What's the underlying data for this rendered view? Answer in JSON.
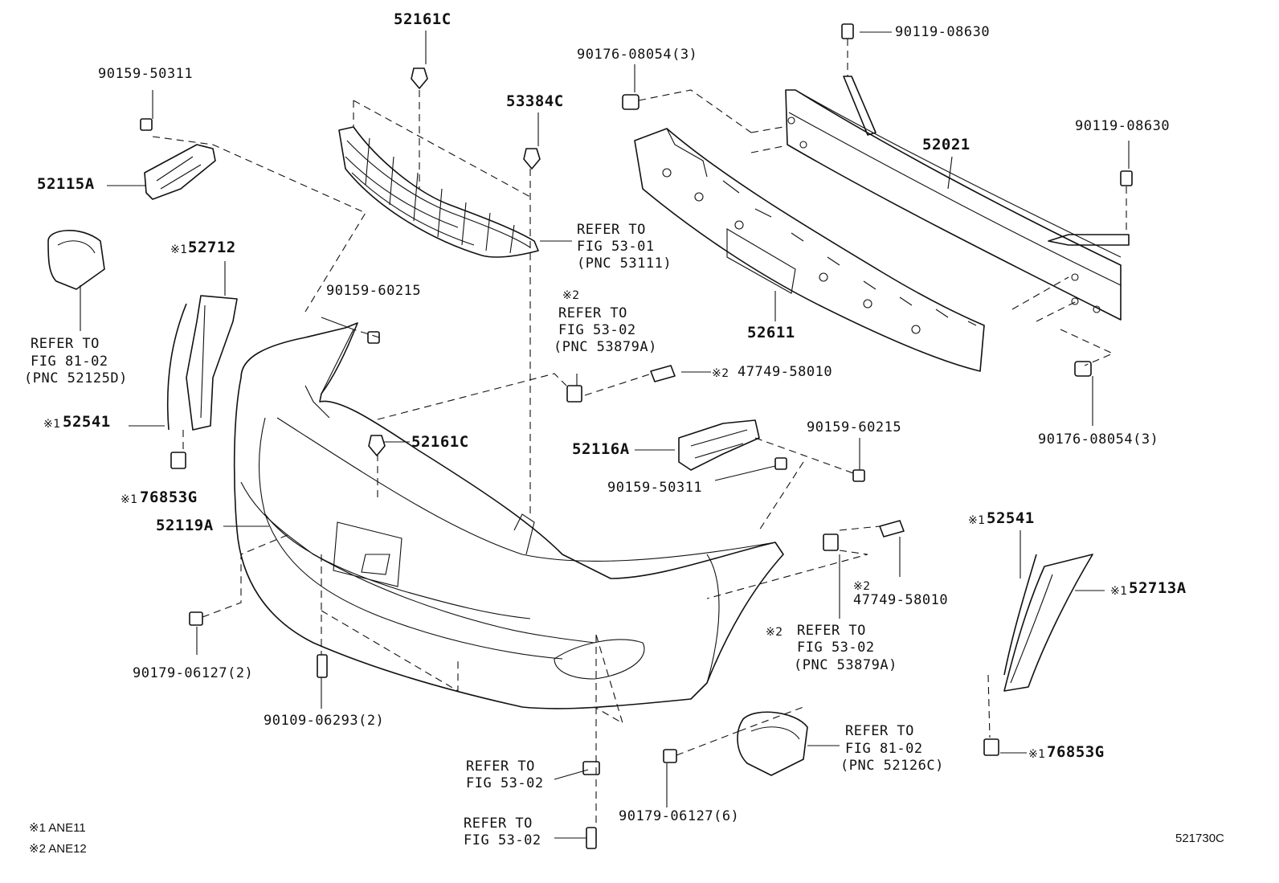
{
  "labels": {
    "p52161c_top": "52161C",
    "p90159_50311_left": "90159-50311",
    "p53384c": "53384C",
    "p90176_08054_top": "90176-08054(3)",
    "p90119_08630_top": "90119-08630",
    "p90119_08630_right": "90119-08630",
    "p52021": "52021",
    "p52115a": "52115A",
    "ref_53111_l1": "REFER TO",
    "ref_53111_l2": "FIG 53-01",
    "ref_53111_l3": "(PNC 53111)",
    "p52712_mark": "※1",
    "p52712": "52712",
    "p90159_60215_top": "90159-60215",
    "ref_53879a_top_mark": "※2",
    "ref_53879a_top_l1": "REFER TO",
    "ref_53879a_top_l2": "FIG 53-02",
    "ref_53879a_top_l3": "(PNC 53879A)",
    "p52611": "52611",
    "ref_52125d_l1": "REFER TO",
    "ref_52125d_l2": "FIG 81-02",
    "ref_52125d_l3": "(PNC 52125D)",
    "p47749_top_mark": "※2",
    "p47749_top": "47749-58010",
    "p52541_left_mark": "※1",
    "p52541_left": "52541",
    "p52161c_mid": "52161C",
    "p52116a": "52116A",
    "p90159_60215_right": "90159-60215",
    "p90176_08054_right": "90176-08054(3)",
    "p90159_50311_mid": "90159-50311",
    "p76853g_left_mark": "※1",
    "p76853g_left": "76853G",
    "p52119a": "52119A",
    "p52541_right_mark": "※1",
    "p52541_right": "52541",
    "p52713a_mark": "※1",
    "p52713a": "52713A",
    "p47749_low_mark": "※2",
    "p47749_low": "47749-58010",
    "ref_53879a_low_mark": "※2",
    "ref_53879a_low_l1": "REFER TO",
    "ref_53879a_low_l2": "FIG 53-02",
    "ref_53879a_low_l3": "(PNC 53879A)",
    "p90179_06127_left": "90179-06127(2)",
    "p90109_06293": "90109-06293(2)",
    "ref_52126c_l1": "REFER TO",
    "ref_52126c_l2": "FIG 81-02",
    "ref_52126c_l3": "(PNC 52126C)",
    "ref_53_02_a_l1": "REFER TO",
    "ref_53_02_a_l2": "FIG 53-02",
    "p90179_06127_bottom": "90179-06127(6)",
    "p76853g_right_mark": "※1",
    "p76853g_right": "76853G",
    "ref_53_02_b_l1": "REFER TO",
    "ref_53_02_b_l2": "FIG 53-02",
    "note1": "※1 ANE11",
    "note2": "※2 ANE12",
    "fig_code": "521730C"
  }
}
